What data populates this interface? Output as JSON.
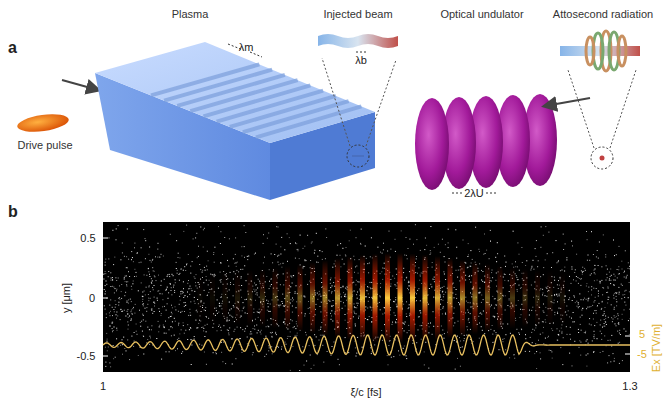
{
  "diagram": {
    "labels": [
      "a",
      "Plasma",
      "Injected beam",
      "Optical undulator",
      "Attosecond radiation",
      "λm",
      "λb",
      "2λU",
      "Drive pulse",
      "b",
      "0.5",
      "0",
      "-0.5",
      "y [μm]",
      "1",
      "1.3",
      "ξ/c [fs]",
      "5",
      "-5",
      "Ex [TV/m]"
    ]
  }
}
